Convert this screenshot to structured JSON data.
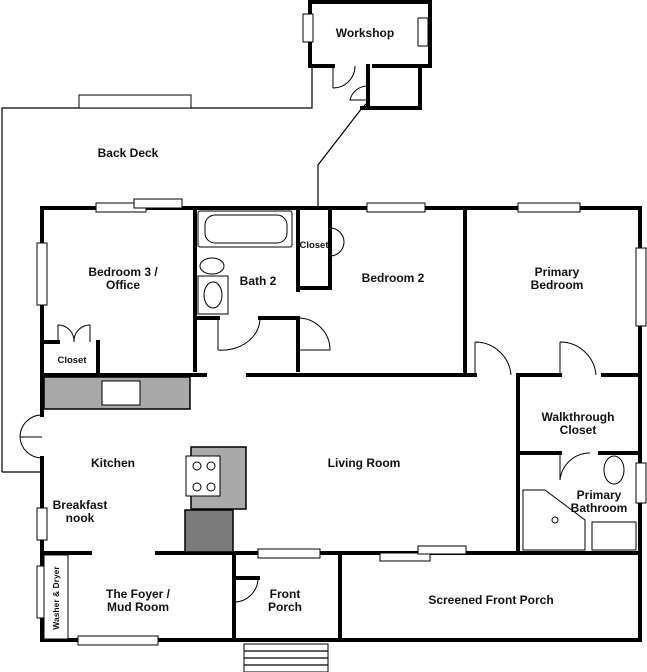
{
  "rooms": {
    "workshop": "Workshop",
    "back_deck": "Back Deck",
    "bedroom3": [
      "Bedroom 3 /",
      "Office"
    ],
    "bath2": "Bath 2",
    "closet_bed2": "Closet",
    "bedroom2": "Bedroom 2",
    "primary_bedroom": [
      "Primary",
      "Bedroom"
    ],
    "closet_bed3": "Closet",
    "walkthrough_closet": [
      "Walkthrough",
      "Closet"
    ],
    "kitchen": "Kitchen",
    "living_room": "Living Room",
    "breakfast_nook": [
      "Breakfast",
      "nook"
    ],
    "primary_bathroom": [
      "Primary",
      "Bathroom"
    ],
    "washer_dryer": "Washer & Dryer",
    "foyer": [
      "The Foyer /",
      "Mud Room"
    ],
    "front_porch": [
      "Front",
      "Porch"
    ],
    "screened_front_porch": "Screened Front Porch"
  },
  "colors": {
    "wall": "#000000",
    "counter": "#a9a9a9",
    "appliance": "#7a7a7a",
    "background": "#ffffff"
  }
}
